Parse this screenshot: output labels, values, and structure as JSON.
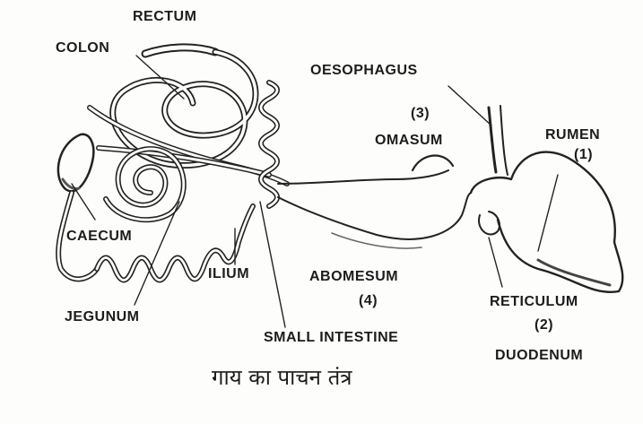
{
  "labels": {
    "rectum": "RECTUM",
    "colon": "COLON",
    "oesophagus": "OESOPHAGUS",
    "omasum_num": "(3)",
    "omasum": "OMASUM",
    "rumen": "RUMEN",
    "rumen_num": "(1)",
    "caecum": "CAECUM",
    "abomesum": "ABOMESUM",
    "abomesum_num": "(4)",
    "ilium": "ILIUM",
    "jegunum": "JEGUNUM",
    "reticulum": "RETICULUM",
    "reticulum_num": "(2)",
    "small_intestine": "SMALL INTESTINE",
    "duodenum": "DUODENUM"
  },
  "caption": "गाय का पाचन तंत्र"
}
